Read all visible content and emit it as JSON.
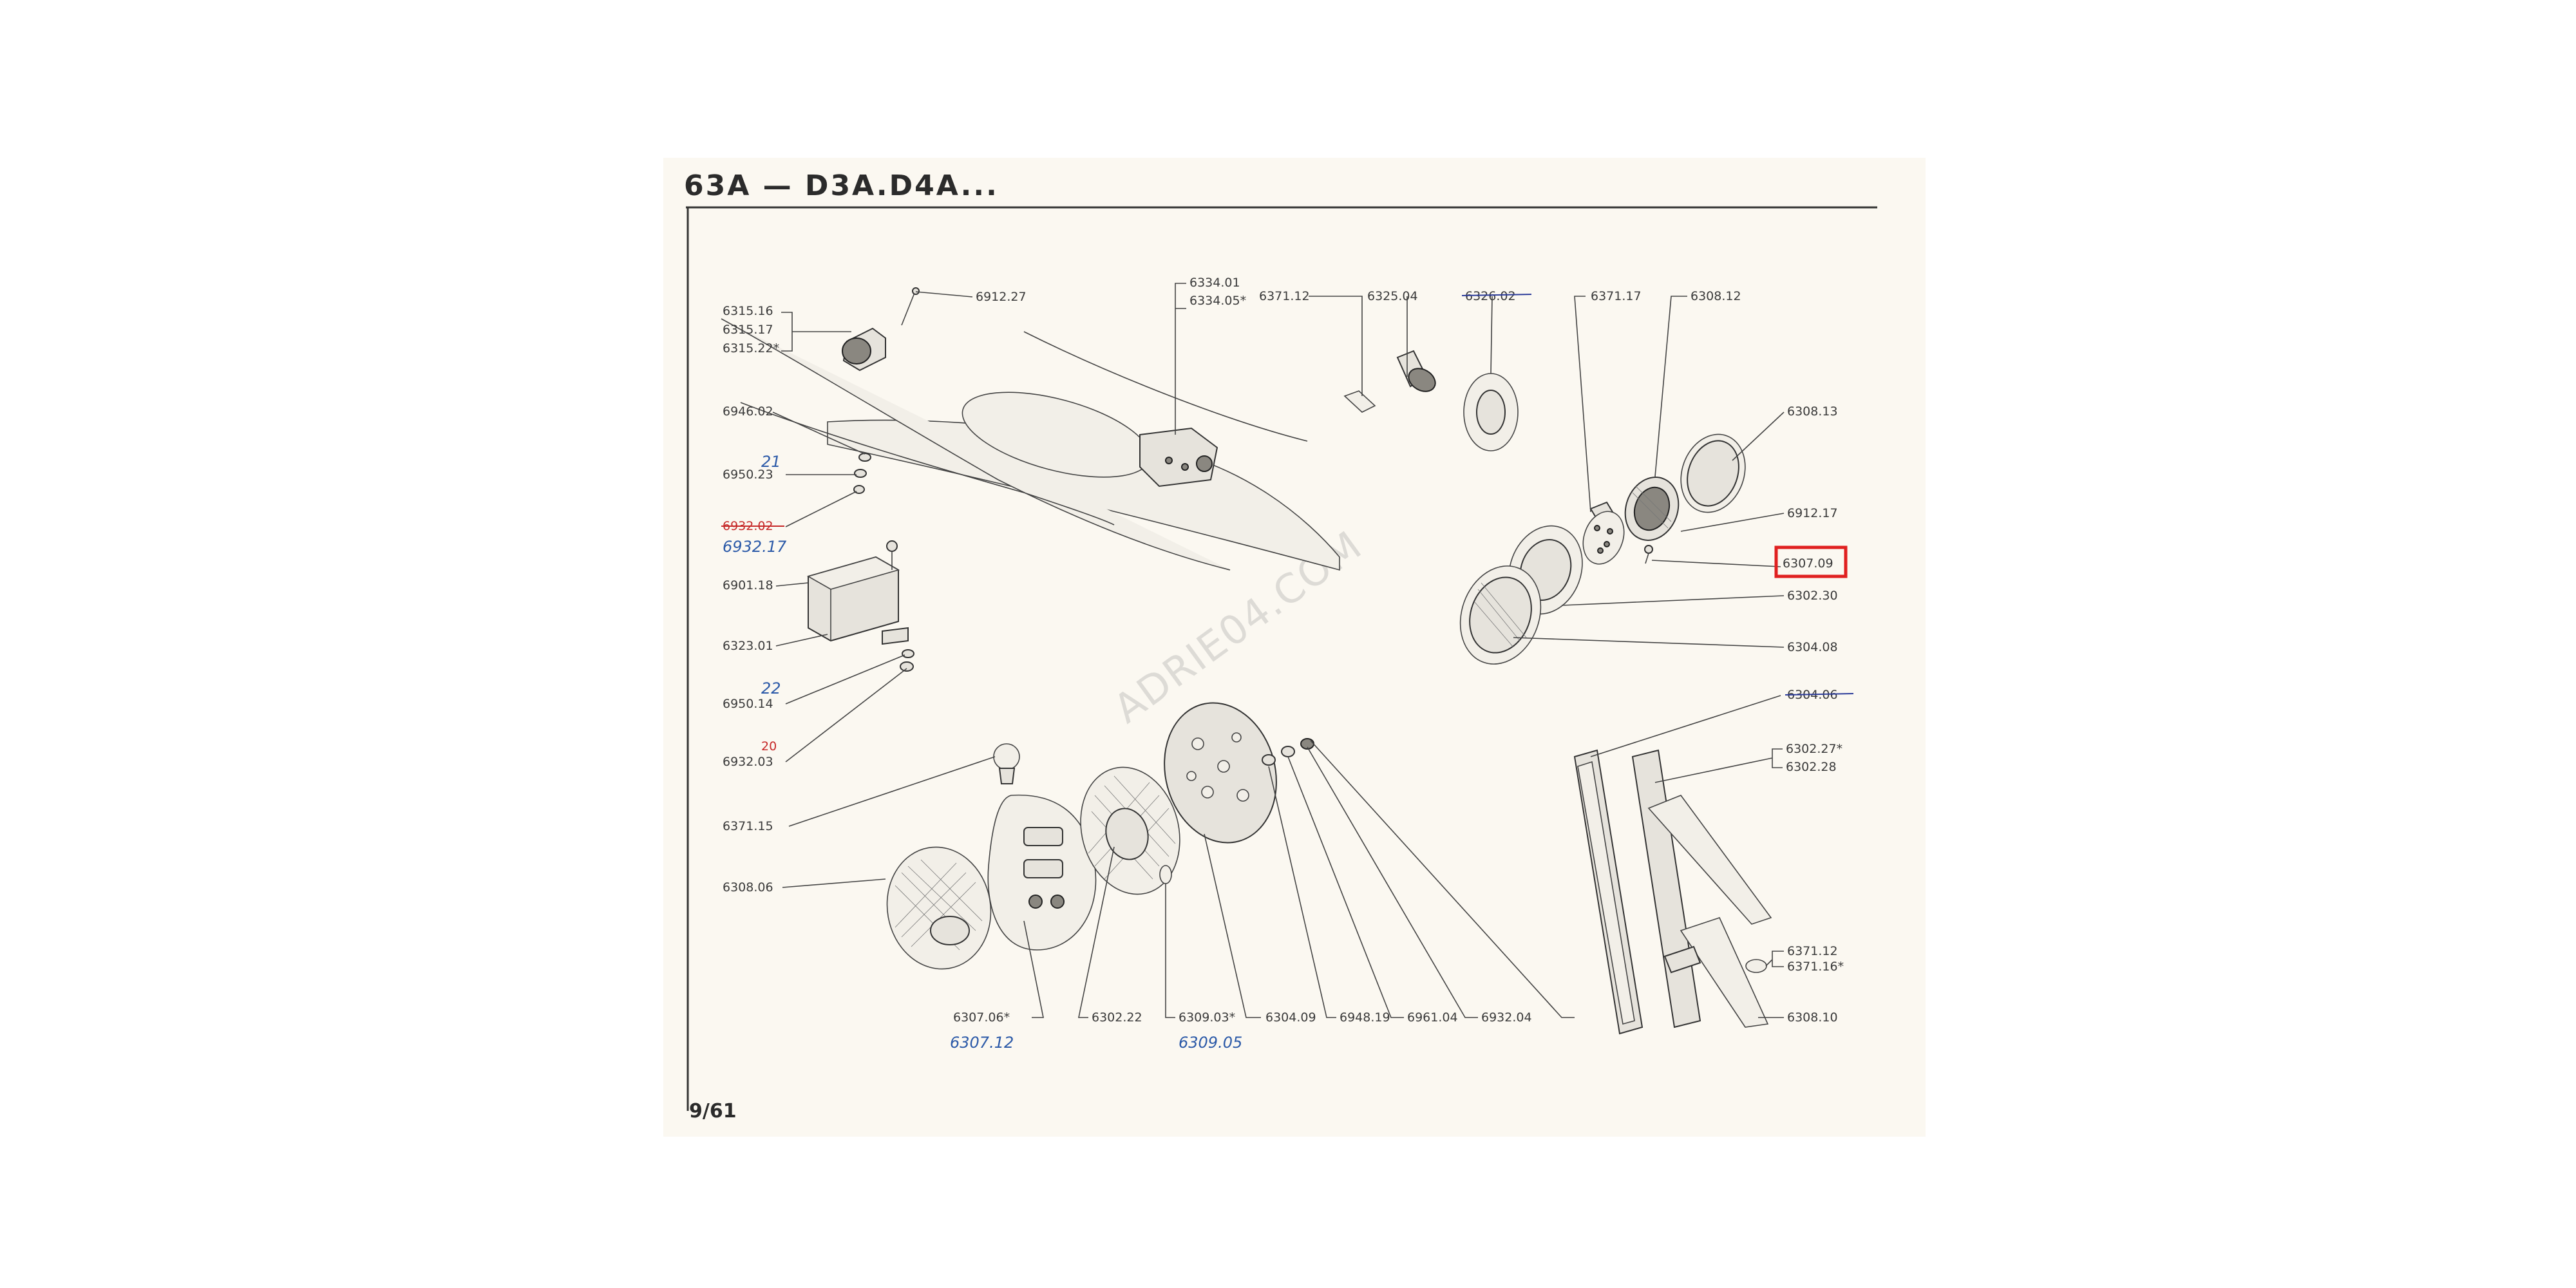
{
  "header": {
    "title": "63A — D3A.D4A..."
  },
  "page_number": "9/61",
  "watermark": "ADRIE04.COM",
  "highlight": {
    "part": "6307.09",
    "color": "#e02020"
  },
  "labels": {
    "p6912_27": "6912.27",
    "p6315_group": [
      "6315.16",
      "6315.17",
      "6315.22*"
    ],
    "p6334_group": [
      "6334.01",
      "6334.05*"
    ],
    "p6371_12a": "6371.12",
    "p6325_04": "6325.04",
    "p6326_02": "6326.02",
    "p6371_17": "6371.17",
    "p6308_12": "6308.12",
    "p6946_02": "6946.02",
    "p6308_13": "6308.13",
    "p6950_a": "6950.23",
    "p6950_a_blue": "21",
    "p6912_17": "6912.17",
    "p6932_02": "6932.02",
    "p6932_17_blue": "6932.17",
    "p6307_09": "6307.09",
    "p6901_18": "6901.18",
    "p6302_30": "6302.30",
    "p6323_01": "6323.01",
    "p6304_08": "6304.08",
    "p6950_b": "6950.14",
    "p6950_b_blue": "22",
    "p6304_06": "6304.06",
    "p6932_b": "6932.03",
    "p6932_b_red": "20",
    "p6302_group": [
      "6302.27*",
      "6302.28"
    ],
    "p6371_15": "6371.15",
    "p6308_06": "6308.06",
    "p6371_group": [
      "6371.12",
      "6371.16*"
    ],
    "p6307_06": "6307.06*",
    "p6307_12_blue": "6307.12",
    "p6302_22": "6302.22",
    "p6309_03": "6309.03*",
    "p6309_05_blue": "6309.05",
    "p6304_09": "6304.09",
    "p6948_19": "6948.19",
    "p6961_04": "6961.04",
    "p6932_04": "6932.04",
    "p6308_10": "6308.10"
  }
}
